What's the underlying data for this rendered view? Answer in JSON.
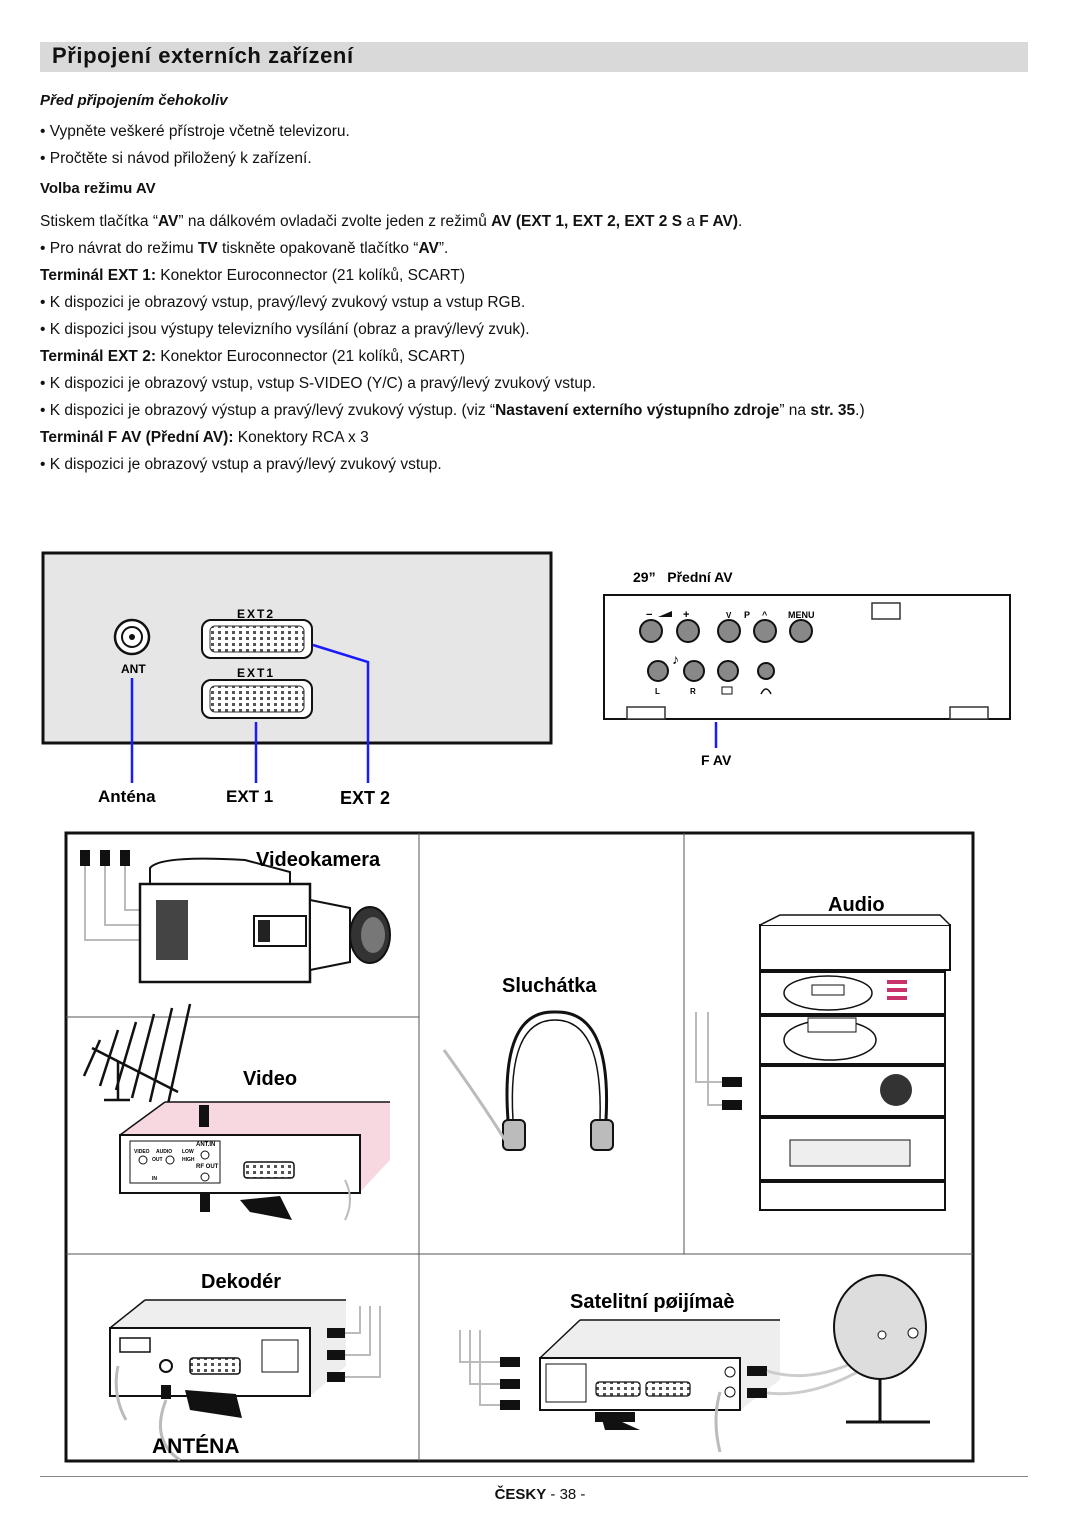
{
  "page": {
    "title": "Připojení externích zařízení",
    "subtitle": "Před připojením čehokoliv",
    "bullets_intro": [
      "Vypněte veškeré přístroje včetně televizoru.",
      "Pročtěte si návod přiložený k zařízení."
    ],
    "section_heading": "Volba režimu AV",
    "p1": {
      "a": "Stiskem tlačítka “",
      "b": "AV",
      "c": "” na dálkovém ovladači zvolte jeden z režimů ",
      "d": "AV (EXT 1, EXT 2, EXT 2 S",
      "e": " a ",
      "f": "F AV)",
      "g": "."
    },
    "p2": {
      "a": "• Pro návrat do režimu ",
      "b": "TV",
      "c": " tiskněte opakovaně tlačítko “",
      "d": "AV",
      "e": "”."
    },
    "ext1": {
      "label": "Terminál EXT 1:",
      "text": " Konektor Euroconnector (21 kolíků, SCART)",
      "bullets": [
        "K dispozici je obrazový vstup, pravý/levý zvukový vstup a vstup RGB.",
        "K dispozici jsou výstupy televizního vysílání (obraz a pravý/levý zvuk)."
      ]
    },
    "ext2": {
      "label": "Terminál EXT 2:",
      "text": " Konektor Euroconnector (21 kolíků, SCART)",
      "bullet1": "K dispozici je obrazový vstup, vstup S-VIDEO (Y/C) a pravý/levý zvukový vstup.",
      "bullet2": {
        "a": "K dispozici je obrazový výstup a pravý/levý zvukový výstup. (viz “",
        "b": "Nastavení externího výstupního zdroje",
        "c": "” na ",
        "d": "str. 35",
        "e": ".)"
      }
    },
    "fav": {
      "label": "Terminál F AV (Přední AV):",
      "text": " Konektory RCA x 3",
      "bullet": "K dispozici je obrazový vstup a pravý/levý zvukový vstup."
    },
    "footer": {
      "lang": "ČESKY",
      "page": " - 38 -"
    }
  },
  "diagram": {
    "rear_panel": {
      "ext2": "EXT2",
      "ext1": "EXT1",
      "ant": "ANT"
    },
    "callouts": {
      "antenna": "Anténa",
      "ext1": "EXT 1",
      "ext2": "EXT 2"
    },
    "front_panel": {
      "heading": "29”   Přední AV",
      "minus": "−",
      "plus": "+",
      "v": "V",
      "p": "P",
      "menu": "MENU",
      "l": "L",
      "r": "R",
      "fav": "F AV"
    },
    "devices": {
      "camcorder": "Videokamera",
      "audio": "Audio",
      "headphones": "Sluchátka",
      "video": "Video",
      "decoder": "Dekodér",
      "satellite": "Satelitní pøijímaè",
      "antenna": "ANTÉNA"
    },
    "vcr_labels": {
      "video": "VIDEO",
      "audio": "AUDIO",
      "out": "OUT",
      "in": "IN",
      "ant_in": "ANT.IN",
      "rf_out": "RF OUT",
      "low": "LOW",
      "high": "HIGH"
    },
    "colors": {
      "callout_line": "#1a1aff",
      "panel_bg": "#e6e6e6",
      "title_bar": "#d9d9d9"
    }
  }
}
